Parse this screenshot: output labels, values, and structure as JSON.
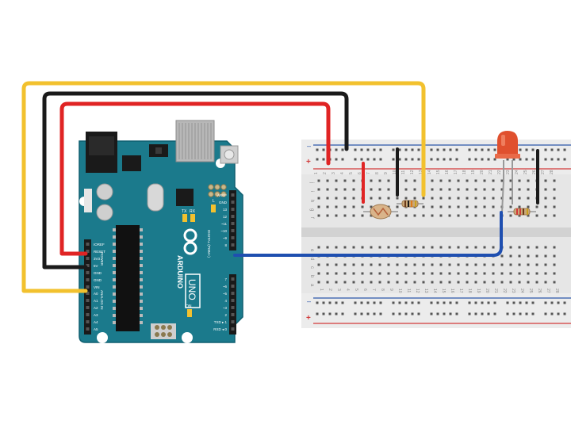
{
  "board": {
    "brand": "ARDUINO",
    "model": "UNO",
    "colors": {
      "pcb": "#1b7a8c",
      "pcb_edge": "#0f5f70",
      "header": "#1a1a1a",
      "silk": "#ffffff",
      "logo": "#ffffff"
    },
    "labels": {
      "tx": "TX",
      "rx": "RX",
      "l": "L",
      "on": "ON",
      "aref": "AREF",
      "gnd": "GND",
      "power": "POWER",
      "analog_in": "ANALOG IN",
      "digital": "DIGITAL (PWM~)",
      "txd": "TXD",
      "rxd": "RXD"
    },
    "power_pins": [
      "IOREF",
      "RESET",
      "3V3",
      "5V",
      "GND",
      "GND",
      "VIN"
    ],
    "analog_pins": [
      "A0",
      "A1",
      "A2",
      "A3",
      "A4",
      "A5"
    ],
    "digital_pins_top": [
      "AREF",
      "GND",
      "13",
      "12",
      "~11",
      "~10",
      "~9",
      "8"
    ],
    "digital_pins_bottom": [
      "7",
      "~6",
      "~5",
      "4",
      "~3",
      "2",
      "TXD ▸ 1",
      "RXD ◂ 0"
    ]
  },
  "breadboard": {
    "colors": {
      "body": "#e8e8e8",
      "hole": "#555555",
      "rail_red": "#d23a3a",
      "rail_blue": "#2b56a8",
      "divider": "#d4d4d4"
    },
    "column_labels": [
      "1",
      "2",
      "3",
      "4",
      "5",
      "6",
      "7",
      "8",
      "9",
      "10",
      "11",
      "12",
      "13",
      "14",
      "15",
      "16",
      "17",
      "18",
      "19",
      "20",
      "21",
      "22",
      "23",
      "24",
      "25",
      "26",
      "27",
      "28"
    ],
    "row_labels_top": [
      "j",
      "i",
      "h",
      "g",
      "f"
    ],
    "row_labels_bottom": [
      "e",
      "d",
      "c",
      "b",
      "a"
    ],
    "rail_plus": "+",
    "rail_minus": "–"
  },
  "components": {
    "led": {
      "color": "#e0502e"
    },
    "photoresistor": {
      "color": "#d9b48a"
    },
    "resistor": {
      "color": "#c9a878"
    }
  },
  "wires": {
    "yellow": "#f2c12e",
    "black": "#1a1a1a",
    "red": "#e02424",
    "blue": "#1f4fb0"
  }
}
